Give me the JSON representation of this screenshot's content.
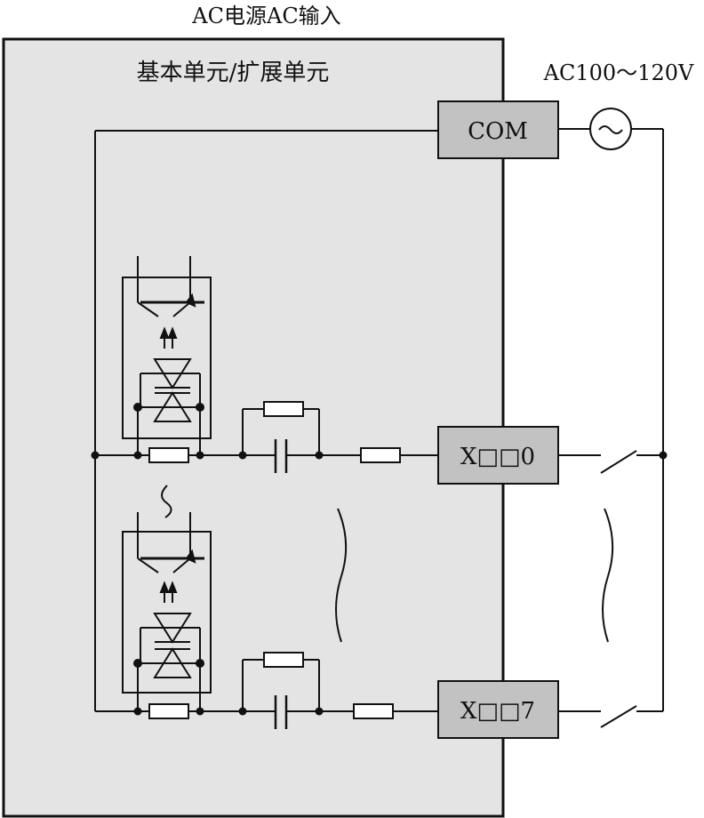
{
  "title": "AC电源AC输入",
  "unit_label": "基本单元/扩展单元",
  "supply_label": "AC100～120V",
  "terminals": {
    "com": "COM",
    "first": "X□□0",
    "last": "X□□7"
  },
  "colors": {
    "unit_fill": "#e4e4e4",
    "terminal_fill": "#c2c2c2",
    "line": "#111111"
  },
  "icons": [
    "ac-source-icon",
    "optocoupler-icon",
    "resistor-icon",
    "capacitor-icon",
    "switch-icon"
  ]
}
